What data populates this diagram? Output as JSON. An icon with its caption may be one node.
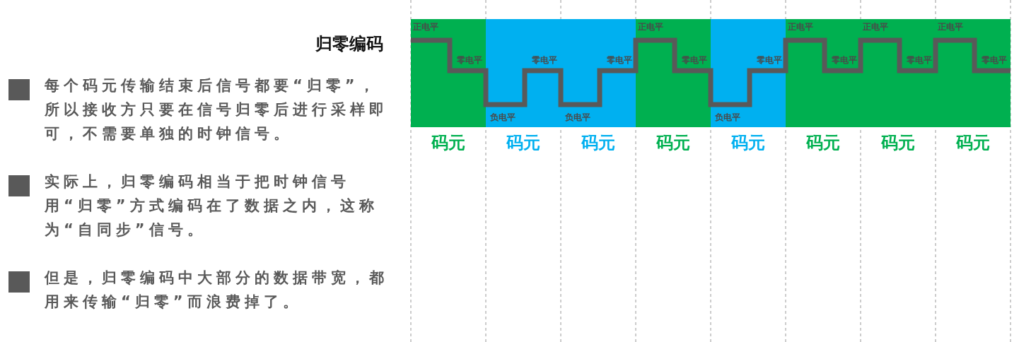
{
  "diagram": {
    "title": "归零编码",
    "nodes": [
      {
        "text": [
          "正电平",
          "零电平"
        ],
        "beside": [
          "码元"
        ]
      },
      {
        "text": [
          "零电平",
          "负电平"
        ],
        "beside": [
          "码元"
        ]
      },
      {
        "text": [
          "零电平",
          "负电平"
        ],
        "beside": [
          "码元"
        ]
      },
      {
        "text": [
          "正电平",
          "零电平"
        ],
        "beside": [
          "码元"
        ]
      },
      {
        "text": [
          "零电平",
          "负电平"
        ],
        "beside": [
          "码元"
        ]
      },
      {
        "text": [
          "正电平",
          "零电平"
        ],
        "beside": [
          "码元"
        ]
      },
      {
        "text": [
          "正电平",
          "零电平"
        ],
        "beside": [
          "码元"
        ]
      },
      {
        "text": [
          "正电平",
          "零电平"
        ],
        "beside": [
          "码元"
        ]
      }
    ],
    "labels": [
      "**每个码元传输结束后信号都要“归零”**，所以接收方只要在信号归零后进行采样即可，不需要单独的时钟信号。",
      "实际上，归零编码相当于把时钟信号用“归零”方式编码在了数据之内，这称为“**自同步**”信号。",
      "但是，归零编码中大部分的**数据带宽**，都用来传输“归零”而**浪费**掉了。"
    ]
  }
}
